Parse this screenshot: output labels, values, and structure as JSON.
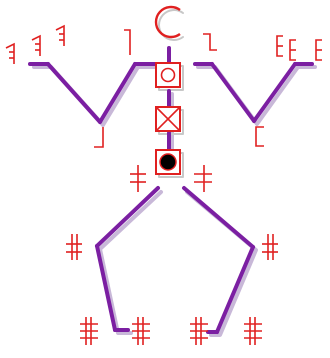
{
  "figure": {
    "subject": "notation-figure",
    "colors": {
      "limb": "#7B1FA2",
      "limb_shadow": "#C8B8D8",
      "glyph": "#E02020",
      "glyph_shadow": "#C8C8C8",
      "body_fill": "#FFFFFF",
      "center_dot": "#000000"
    },
    "body_parts": [
      "head",
      "chest",
      "waist",
      "pelvis",
      "left-upper-arm",
      "left-forearm",
      "right-upper-arm",
      "right-forearm",
      "left-thigh",
      "left-shin",
      "left-foot",
      "right-thigh",
      "right-shin",
      "right-foot"
    ],
    "glyphs": [
      "head-arc",
      "chest-circle",
      "waist-x-box",
      "pelvis-dot-box",
      "left-hand-marks",
      "right-hand-marks",
      "left-elbow-mark",
      "right-elbow-mark",
      "left-shoulder-mark",
      "right-shoulder-mark",
      "left-hip-mark",
      "right-hip-mark",
      "left-knee-mark",
      "right-knee-mark",
      "left-ankle-mark",
      "left-toe-mark",
      "right-ankle-mark",
      "right-toe-mark"
    ]
  }
}
